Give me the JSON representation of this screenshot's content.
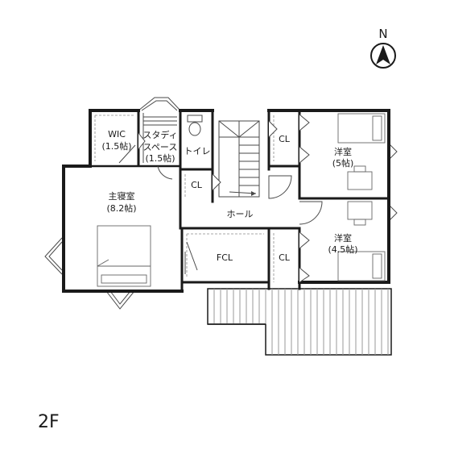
{
  "floor_label": "2F",
  "compass": {
    "letter": "N"
  },
  "rooms": {
    "wic": {
      "name": "WIC",
      "size": "(1.5帖)"
    },
    "study": {
      "line1": "スタディ",
      "line2": "スペース",
      "size": "(1.5帖)"
    },
    "toilet": {
      "name": "トイレ"
    },
    "master": {
      "name": "主寝室",
      "size": "(8.2帖)"
    },
    "hall": {
      "name": "ホール"
    },
    "fcl": {
      "name": "FCL"
    },
    "cl_top": {
      "name": "CL"
    },
    "cl_mid": {
      "name": "CL"
    },
    "cl_bottom": {
      "name": "CL"
    },
    "western1": {
      "name": "洋室",
      "size": "(5帖)"
    },
    "western2": {
      "name": "洋室",
      "size": "(4.5帖)"
    }
  },
  "colors": {
    "wall": "#1a1a1a",
    "line": "#4a4a4a",
    "deck": "#cfcfcf"
  }
}
